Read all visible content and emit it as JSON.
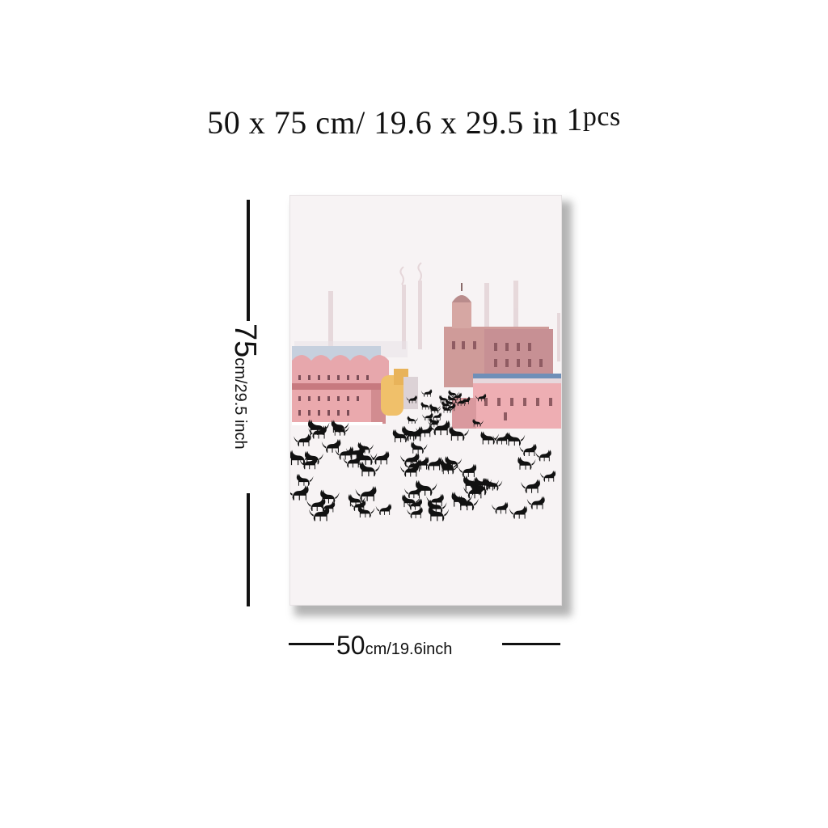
{
  "header": {
    "size_text": "50 x 75 cm/ 19.6  x  29.5 in",
    "quantity_number": "1",
    "quantity_label": "pcs"
  },
  "height_dim": {
    "value": "75",
    "unit_text": "cm/29.5 inch"
  },
  "width_dim": {
    "value": "50",
    "unit_text": "cm/19.6inch"
  },
  "artwork": {
    "subject": "pastel town buildings with crowd of black cats",
    "background_color": "#f7f3f4",
    "accent_pink": "#e9aeb0",
    "cat_color": "#111111"
  }
}
